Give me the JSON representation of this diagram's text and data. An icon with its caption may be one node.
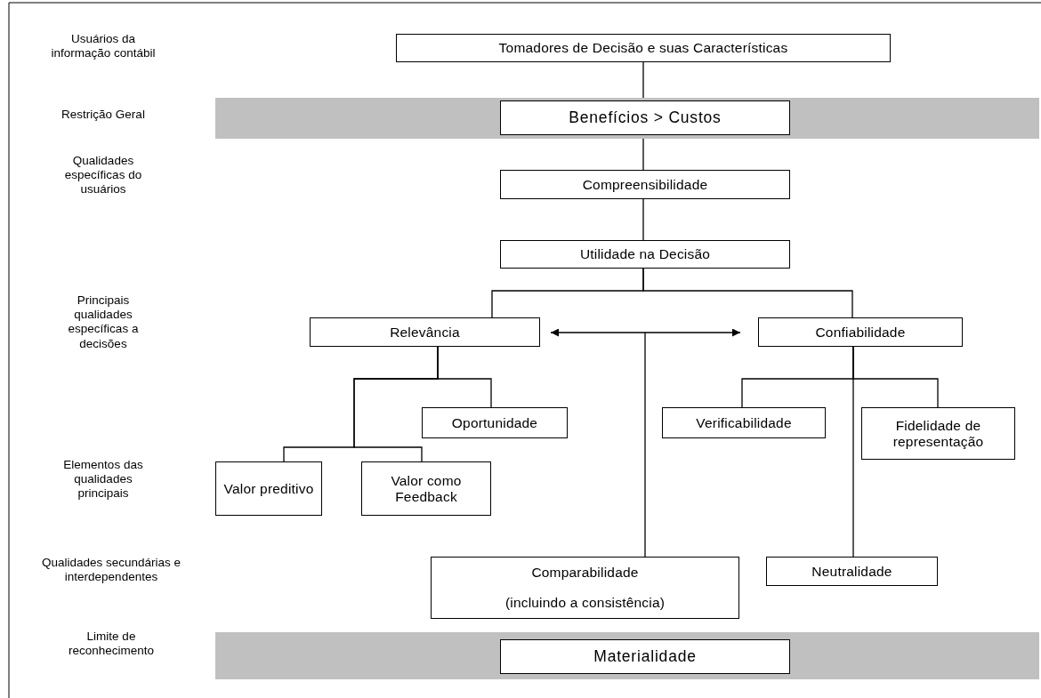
{
  "diagram": {
    "nodes": [
      {
        "text": [
          "Tomadores de Decisão e suas Características"
        ]
      },
      {
        "text": [],
        "shape": "band"
      },
      {
        "text": [
          "Benefícios > Custos"
        ],
        "in": 1
      },
      {
        "text": [
          "Compreensibilidade"
        ]
      },
      {
        "text": [
          "Utilidade na Decisão"
        ]
      },
      {
        "text": [
          "Relevância"
        ]
      },
      {
        "text": [
          "Confiabilidade"
        ]
      },
      {
        "text": [
          "Oportunidade"
        ]
      },
      {
        "text": [
          "Verificabilidade"
        ]
      },
      {
        "text": [
          "Fidelidade de representação"
        ]
      },
      {
        "text": [
          "Valor preditivo"
        ]
      },
      {
        "text": [
          "Valor como Feedback"
        ]
      },
      {
        "text": [
          "Comparabilidade",
          "(incluindo a consistência)"
        ]
      },
      {
        "text": [
          "Neutralidade"
        ]
      },
      {
        "text": [],
        "shape": "band"
      },
      {
        "text": [
          "Materialidade"
        ],
        "in": 14
      }
    ],
    "edges": [
      {
        "from": 0,
        "to": 2,
        "arrow": "none"
      },
      {
        "from": 2,
        "to": 3,
        "arrow": "none"
      },
      {
        "from": 3,
        "to": 4,
        "arrow": "none"
      },
      {
        "from": 4,
        "to": 5,
        "arrow": "none"
      },
      {
        "from": 4,
        "to": 6,
        "arrow": "none"
      },
      {
        "from": 5,
        "to": 6,
        "arrow": "both"
      },
      {
        "from": 5,
        "to": 7,
        "arrow": "none"
      },
      {
        "from": 5,
        "to": 10,
        "arrow": "none"
      },
      {
        "from": 5,
        "to": 11,
        "arrow": "none"
      },
      {
        "from": 6,
        "to": 8,
        "arrow": "none"
      },
      {
        "from": 6,
        "to": 9,
        "arrow": "none"
      },
      {
        "from": 6,
        "to": 13,
        "arrow": "none"
      },
      {
        "from": null,
        "to": 12,
        "arrow": "none"
      }
    ],
    "labels": [
      "Usuários da informação contábil",
      "Restrição Geral",
      "Qualidades específicas do usuários",
      "Principais qualidades específicas a decisões",
      "Elementos das qualidades principais",
      "Qualidades secundárias e interdependentes",
      "Limite de reconhecimento"
    ]
  }
}
